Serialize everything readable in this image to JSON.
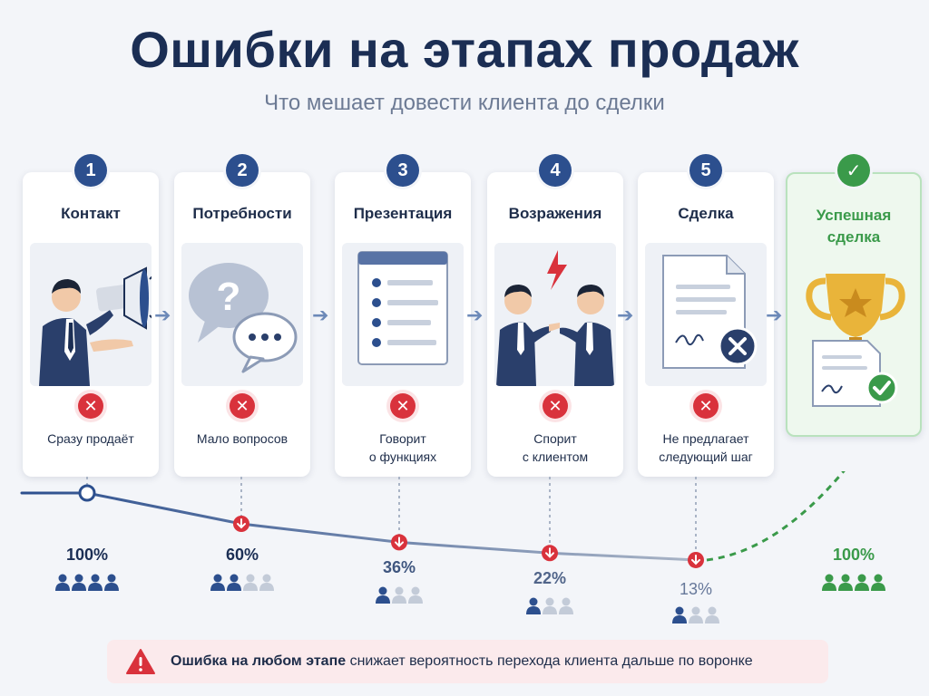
{
  "title": "Ошибки на этапах продаж",
  "subtitle": "Что мешает довести клиента до сделки",
  "stages": [
    {
      "num": "1",
      "title": "Контакт",
      "error": "Сразу продаёт",
      "icon": "megaphone-man-icon",
      "pct": "100%",
      "people_active": 4,
      "people_total": 4
    },
    {
      "num": "2",
      "title": "Потребности",
      "error": "Мало вопросов",
      "icon": "speech-bubbles-icon",
      "pct": "60%",
      "people_active": 2,
      "people_total": 4
    },
    {
      "num": "3",
      "title": "Презентация",
      "error": "Говорит\nо функциях",
      "icon": "checklist-slide-icon",
      "pct": "36%",
      "people_active": 1,
      "people_total": 3
    },
    {
      "num": "4",
      "title": "Возражения",
      "error": "Спорит\nс клиентом",
      "icon": "arguing-men-icon",
      "pct": "22%",
      "people_active": 1,
      "people_total": 3
    },
    {
      "num": "5",
      "title": "Сделка",
      "error": "Не предлагает\nследующий шаг",
      "icon": "rejected-contract-icon",
      "pct": "13%",
      "people_active": 1,
      "people_total": 3
    }
  ],
  "success": {
    "check": "✓",
    "title": "Успешная\nсделка",
    "icon": "trophy-contract-icon",
    "pct": "100%",
    "people_active": 4,
    "people_total": 4
  },
  "banner": {
    "bold": "Ошибка на любом этапе",
    "rest": " снижает вероятность перехода клиента дальше по воронке"
  },
  "colors": {
    "navy": "#1b2e54",
    "blue": "#2c4f8e",
    "red": "#d9323c",
    "green": "#3a9a4a",
    "grey": "#a9b4c6"
  },
  "chart_data": {
    "type": "line",
    "categories": [
      "Контакт",
      "Потребности",
      "Презентация",
      "Возражения",
      "Сделка",
      "Успешная сделка"
    ],
    "values": [
      100,
      60,
      36,
      22,
      13,
      100
    ]
  }
}
